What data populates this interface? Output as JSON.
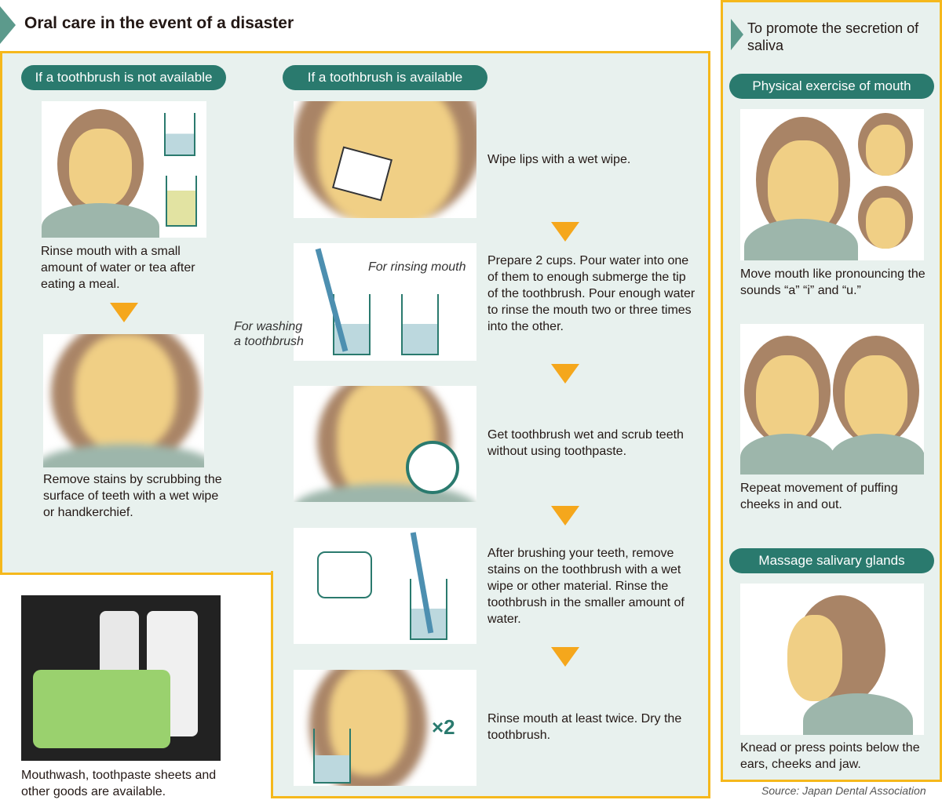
{
  "title": "Oral care in the event of a disaster",
  "left": {
    "header": "If a toothbrush is not available",
    "steps": [
      "Rinse mouth with a small amount of water or tea after eating a meal.",
      "Remove stains by scrubbing the surface of teeth with a wet wipe or handkerchief."
    ]
  },
  "center": {
    "header": "If a toothbrush is available",
    "steps": [
      "Wipe lips with a wet wipe.",
      "Prepare 2 cups. Pour water into one of them to enough submerge the tip of the toothbrush. Pour enough water to rinse the mouth two or three times into the other.",
      "Get toothbrush wet and scrub teeth without using toothpaste.",
      "After brushing your teeth, remove stains on the toothbrush with a wet wipe or other material. Rinse the toothbrush in the smaller amount of water.",
      "Rinse mouth at least twice. Dry the toothbrush."
    ],
    "label_rinsing": "For rinsing mouth",
    "label_washing_1": "For washing",
    "label_washing_2": "a toothbrush",
    "times_two": "×2"
  },
  "products": {
    "caption": "Mouthwash, toothpaste sheets and other goods are available."
  },
  "right": {
    "title": "To promote the secretion of saliva",
    "section1": "Physical exercise of mouth",
    "step1": "Move mouth like pronouncing the sounds “a” “i” and “u.”",
    "step2": "Repeat movement of puffing cheeks in and out.",
    "section2": "Massage salivary glands",
    "step3": "Knead or press points below the ears, cheeks and jaw."
  },
  "source": "Source: Japan Dental Association",
  "colors": {
    "teal": "#2a7a6e",
    "border": "#f5b81c",
    "arrow": "#f5a71c",
    "panel": "#e8f1ee"
  }
}
